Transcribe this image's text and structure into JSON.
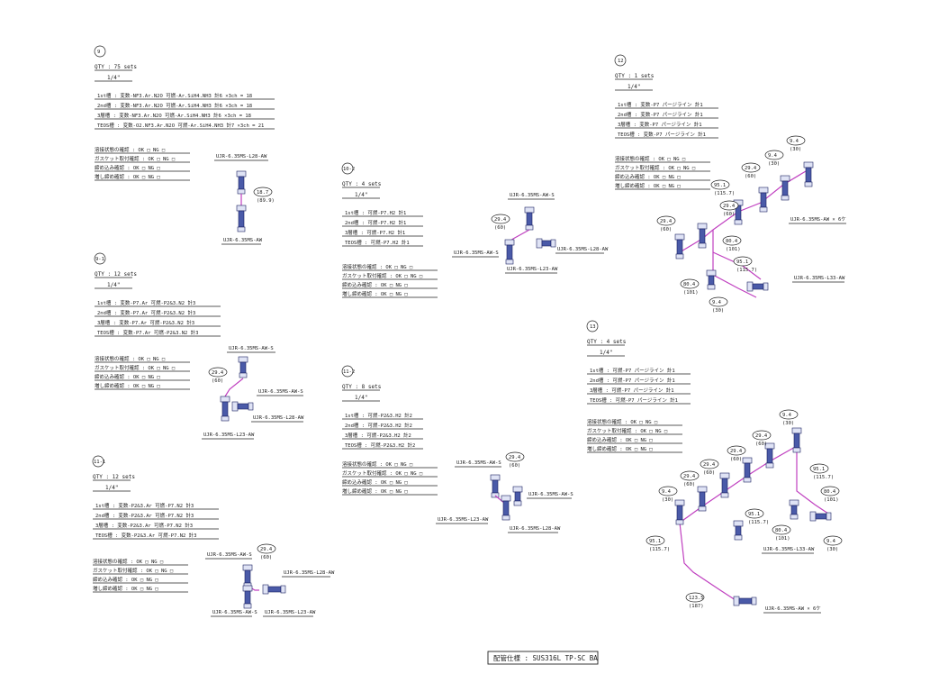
{
  "spec_label": "配管仕様 : SUS316L TP-SC BA",
  "pipe_color": "#c040c0",
  "fitting_color": "#4a5aa8",
  "blocks": [
    {
      "id": "9",
      "qty": "QTY : 75 sets",
      "size": "1/4\"",
      "rows": [
        "1st槽  : 変数-NF3.Ar.N2O      可燃-Ar.SiH4.NH3     計6 ×3ch = 18",
        "2nd槽  : 変数-NF3.Ar.N2O      可燃-Ar.SiH4.NH3     計6 ×3ch = 18",
        "3層槽  : 変数-NF3.Ar.N2O      可燃-Ar.SiH4.NH3     計6 ×3ch = 18",
        "TEOS槽 : 変数-O2.NF3.Ar.N2O   可燃-Ar.SiH4.NH3     計7 ×3ch = 21"
      ],
      "checks": [
        "溶接状態の確認  :  OK □  NG □",
        "ガスケット取付確認 :  OK □  NG □",
        "締め込み確認   :  OK □  NG □",
        "増し締め確認   :  OK □  NG □"
      ],
      "parts": [
        "UJR-6.35MS-L28-AW",
        "UJR-6.35MS-AW"
      ],
      "dims": [
        {
          "v": "18.7",
          "s": "(89.9)"
        }
      ]
    },
    {
      "id": "9-1",
      "qty": "QTY : 12 sets",
      "size": "1/4\"",
      "rows": [
        "1st槽  : 変数-P7.Ar      可燃-P2&3.N2     計3",
        "2nd槽  : 変数-P7.Ar      可燃-P2&3.N2     計3",
        "3層槽  : 変数-P7.Ar      可燃-P2&3.N2     計3",
        "TEOS槽 : 変数-P7.Ar      可燃-P2&3.N2     計3"
      ],
      "checks": [
        "溶接状態の確認  :  OK □  NG □",
        "ガスケット取付確認 :  OK □  NG □",
        "締め込み確認   :  OK □  NG □",
        "増し締め確認   :  OK □  NG □"
      ],
      "parts": [
        "UJR-6.35MS-AW-S",
        "UJR-6.35MS-AW-S",
        "UJR-6.35MS-L28-AW",
        "UJR-6.35MS-L23-AW"
      ],
      "dims": [
        {
          "v": "29.4",
          "s": "(60)"
        }
      ]
    },
    {
      "id": "11-1",
      "qty": "QTY : 12 sets",
      "size": "1/4\"",
      "rows": [
        "1st槽  : 変数-P2&3.Ar     可燃-P7.N2     計3",
        "2nd槽  : 変数-P2&3.Ar     可燃-P7.N2     計3",
        "3層槽  : 変数-P2&3.Ar     可燃-P7.N2     計3",
        "TEOS槽 : 変数-P2&3.Ar     可燃-P7.N2     計3"
      ],
      "checks": [
        "溶接状態の確認  :  OK □  NG □",
        "ガスケット取付確認 :  OK □  NG □",
        "締め込み確認   :  OK □  NG □",
        "増し締め確認   :  OK □  NG □"
      ],
      "parts": [
        "UJR-6.35MS-AW-S",
        "UJR-6.35MS-L28-AW",
        "UJR-6.35MS-AW-S",
        "UJR-6.35MS-L23-AW"
      ],
      "dims": [
        {
          "v": "29.4",
          "s": "(60)"
        }
      ]
    },
    {
      "id": "10-2",
      "qty": "QTY : 4 sets",
      "size": "1/4\"",
      "rows": [
        "1st槽  : 可燃-P7.H2      計1",
        "2nd槽  : 可燃-P7.H2      計1",
        "3層槽  : 可燃-P7.H2      計1",
        "TEOS槽 : 可燃-P7.H2      計1"
      ],
      "checks": [
        "溶接状態の確認  :  OK □  NG □",
        "ガスケット取付確認 :  OK □  NG □",
        "締め込み確認   :  OK □  NG □",
        "増し締め確認   :  OK □  NG □"
      ],
      "parts": [
        "UJR-6.35MS-AW-S",
        "UJR-6.35MS-AW-S",
        "UJR-6.35MS-L28-AW",
        "UJR-6.35MS-L23-AW"
      ],
      "dims": [
        {
          "v": "29.4",
          "s": "(60)"
        }
      ]
    },
    {
      "id": "11-2",
      "qty": "QTY : 8 sets",
      "size": "1/4\"",
      "rows": [
        "1st槽  : 可燃-P2&3.H2     計2",
        "2nd槽  : 可燃-P2&3.H2     計2",
        "3層槽  : 可燃-P2&3.H2     計2",
        "TEOS槽 : 可燃-P2&3.H2     計2"
      ],
      "checks": [
        "溶接状態の確認  :  OK □  NG □",
        "ガスケット取付確認 :  OK □  NG □",
        "締め込み確認   :  OK □  NG □",
        "増し締め確認   :  OK □  NG □"
      ],
      "parts": [
        "UJR-6.35MS-AW-S",
        "UJR-6.35MS-AW-S",
        "UJR-6.35MS-L23-AW",
        "UJR-6.35MS-L28-AW"
      ],
      "dims": [
        {
          "v": "29.4",
          "s": "(60)"
        }
      ]
    },
    {
      "id": "12",
      "qty": "QTY : 1 sets",
      "size": "1/4\"",
      "rows": [
        "1st槽  : 変数-P7 パージライン   計1",
        "2nd槽  : 変数-P7 パージライン   計1",
        "3層槽  : 変数-P7 パージライン   計1",
        "TEOS槽 : 変数-P7 パージライン   計1"
      ],
      "checks": [
        "溶接状態の確認  :  OK □  NG □",
        "ガスケット取付確認 :  OK □  NG □",
        "締め込み確認   :  OK □  NG □",
        "増し締め確認   :  OK □  NG □"
      ],
      "parts": [
        "UJR-6.35MS-AW × 6ケ",
        "UJR-6.35MS-L33-AW"
      ],
      "dims": [
        {
          "v": "29.4",
          "s": "(60)"
        },
        {
          "v": "29.4",
          "s": "(60)"
        },
        {
          "v": "29.4",
          "s": "(60)"
        },
        {
          "v": "9.4",
          "s": "(30)"
        },
        {
          "v": "9.4",
          "s": "(30)"
        },
        {
          "v": "95.1",
          "s": "(115.7)"
        },
        {
          "v": "80.4",
          "s": "(101)"
        },
        {
          "v": "95.1",
          "s": "(115.7)"
        },
        {
          "v": "80.4",
          "s": "(101)"
        },
        {
          "v": "9.4",
          "s": "(30)"
        }
      ]
    },
    {
      "id": "13",
      "qty": "QTY : 4 sets",
      "size": "1/4\"",
      "rows": [
        "1st槽  : 可燃-P7 パージライン   計1",
        "2nd槽  : 可燃-P7 パージライン   計1",
        "3層槽  : 可燃-P7 パージライン   計1",
        "TEOS槽 : 可燃-P7 パージライン   計1"
      ],
      "checks": [
        "溶接状態の確認  :  OK □  NG □",
        "ガスケット取付確認 :  OK □  NG □",
        "締め込み確認   :  OK □  NG □",
        "増し締め確認   :  OK □  NG □"
      ],
      "parts": [
        "UJR-6.35MS-L33-AW",
        "UJR-6.35MS-AW × 6ケ"
      ],
      "dims": [
        {
          "v": "9.4",
          "s": "(30)"
        },
        {
          "v": "29.4",
          "s": "(60)"
        },
        {
          "v": "29.4",
          "s": "(60)"
        },
        {
          "v": "29.4",
          "s": "(60)"
        },
        {
          "v": "29.4",
          "s": "(60)"
        },
        {
          "v": "9.4",
          "s": "(30)"
        },
        {
          "v": "95.1",
          "s": "(115.7)"
        },
        {
          "v": "80.4",
          "s": "(101)"
        },
        {
          "v": "95.1",
          "s": "(115.7)"
        },
        {
          "v": "80.4",
          "s": "(101)"
        },
        {
          "v": "95.1",
          "s": "(115.7)"
        },
        {
          "v": "9.4",
          "s": "(30)"
        },
        {
          "v": "123.5",
          "s": "(187)"
        }
      ]
    }
  ]
}
